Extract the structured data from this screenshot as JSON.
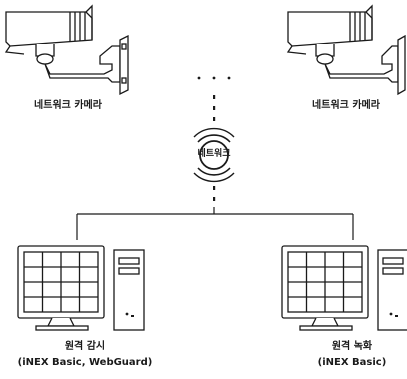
{
  "camera_left": {
    "label": "네트워크 카메라"
  },
  "camera_right": {
    "label": "네트워크 카메라"
  },
  "network": {
    "label": "네트워크"
  },
  "pc_left": {
    "label": "원격 감시",
    "sub": "(iNEX Basic, WebGuard)"
  },
  "pc_right": {
    "label": "원격 녹화",
    "sub": "(iNEX Basic)"
  },
  "colors": {
    "outline": "#1a1a1a",
    "fill": "#ffffff"
  }
}
